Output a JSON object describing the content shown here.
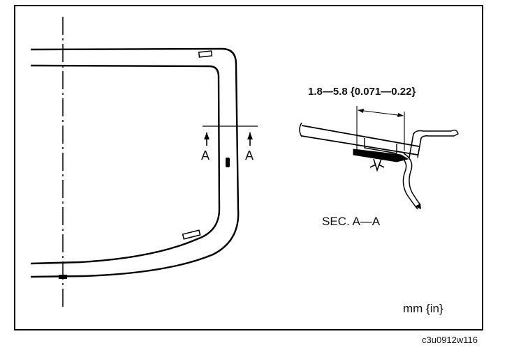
{
  "diagram": {
    "section_mark_left": "A",
    "section_mark_right": "A",
    "dimension_label": "1.8—5.8 {0.071—0.22}",
    "section_title": "SEC. A—A",
    "unit_label": "mm {in}",
    "figure_code": "c3u0912w116"
  }
}
